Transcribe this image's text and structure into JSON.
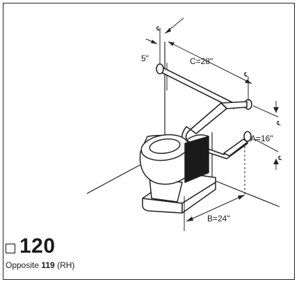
{
  "model": {
    "number": "120",
    "caption_prefix": "Opposite ",
    "caption_ref": "119",
    "caption_suffix": " (RH)"
  },
  "dimensions": {
    "top_offset": "5\"",
    "length_c": "C=28\"",
    "height_a": "A=16\"",
    "depth_b": "B=24\"",
    "centerline_symbol": "℄"
  }
}
